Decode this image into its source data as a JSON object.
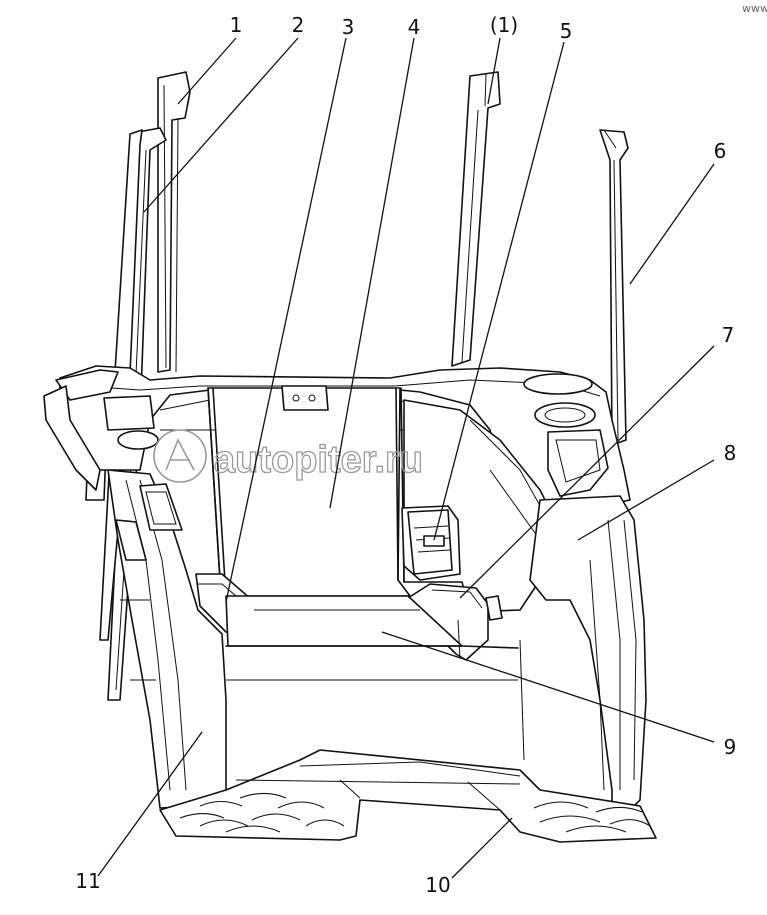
{
  "watermark": {
    "text": "autopiter.ru",
    "corner_url": "www.autopiter.ru"
  },
  "callouts": [
    {
      "id": "1",
      "label": "1"
    },
    {
      "id": "2",
      "label": "2"
    },
    {
      "id": "3",
      "label": "3"
    },
    {
      "id": "4",
      "label": "4"
    },
    {
      "id": "p1",
      "label": "(1)"
    },
    {
      "id": "5",
      "label": "5"
    },
    {
      "id": "6",
      "label": "6"
    },
    {
      "id": "7",
      "label": "7"
    },
    {
      "id": "8",
      "label": "8"
    },
    {
      "id": "9",
      "label": "9"
    },
    {
      "id": "10",
      "label": "10"
    },
    {
      "id": "11",
      "label": "11"
    }
  ]
}
